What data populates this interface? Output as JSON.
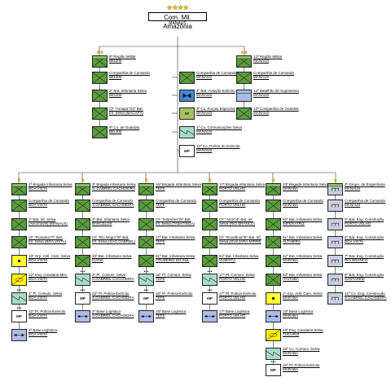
{
  "root": {
    "stars": "★★★★",
    "name": "Com. Mil. Amazônia",
    "city": "MANAUS"
  },
  "units": [
    {
      "id": "rm8",
      "type": "hq",
      "stars": "★★",
      "l1": "8ª Região Militar",
      "l2": "BELÉM"
    },
    {
      "id": "rm8-cia",
      "type": "inf",
      "l1": "Companhia de Comando",
      "l2": "BELÉM"
    },
    {
      "id": "rm8-2bis",
      "type": "inf",
      "l1": "2º Bat. Infantaria Selva",
      "l2": "BELÉM"
    },
    {
      "id": "rm8-34bis",
      "type": "inf",
      "l1": "CF \"Amapá\"/34º Bat.",
      "l2": "Inf. Selva (MACAPÁ)"
    },
    {
      "id": "rm8-gd",
      "type": "inf",
      "l1": "5ª Co. de Guardas",
      "l2": "BELÉM"
    },
    {
      "id": "cma-cia",
      "type": "inf",
      "l1": "Companhia de Comando",
      "l2": "MANAUS"
    },
    {
      "id": "cma-av",
      "type": "avn",
      "l1": "4º Bat. Aviação Exército",
      "l2": "MANAUS"
    },
    {
      "id": "cma-fe",
      "type": "sf",
      "sym": "SF",
      "l1": "3ª Co. Forças Especiais",
      "l2": "MANAUS"
    },
    {
      "id": "cma-com",
      "type": "sig",
      "l1": "1ª Co. Comunicações Selva",
      "l2": "MANAUS"
    },
    {
      "id": "cma-pe",
      "type": "mp",
      "sym": "MP",
      "l1": "12ª Co. Polícia do Exército",
      "l2": "MANAUS"
    },
    {
      "id": "rm12",
      "type": "hq",
      "stars": "★★",
      "l1": "12ª Região Militar",
      "l2": "MANAUS"
    },
    {
      "id": "rm12-cia",
      "type": "inf",
      "l1": "Companhia de Comando",
      "l2": "MANAUS"
    },
    {
      "id": "rm12-sup",
      "type": "sup",
      "l1": "12º Batalhão de Suprimento",
      "l2": "MANAUS"
    },
    {
      "id": "rm12-gd",
      "type": "inf",
      "l1": "12ª Companhia de Guardas",
      "l2": "MANAUS"
    },
    {
      "id": "b1",
      "type": "hq",
      "stars": "★",
      "l1": "1ª Brigada Infantaria Selva",
      "l2": "BOA VISTA"
    },
    {
      "id": "b1-cia",
      "type": "inf",
      "l1": "Companhia de Comando",
      "l2": "BOA VISTA"
    },
    {
      "id": "b1-1bis",
      "type": "inf",
      "l1": "1º Bat. Inf. Selva",
      "l2": "(Aeromóvel) (MANAUS)"
    },
    {
      "id": "b1-7bis",
      "type": "inf",
      "l1": "CF \"Roraima\"/7º Bat.",
      "l2": "Inf. Selva (BOA VISTA)"
    },
    {
      "id": "b1-art",
      "type": "art",
      "l1": "10º Grp. Artil. Cam. Selva",
      "l2": "BOA VISTA"
    },
    {
      "id": "b1-cav",
      "type": "cav",
      "l1": "12º Esq. Cavalaria Mec.",
      "l2": "BOA VISTA"
    },
    {
      "id": "b1-com",
      "type": "sig",
      "dots": "•••",
      "l1": "1º Pl. Comuni. Selva",
      "l2": "BOA VISTA"
    },
    {
      "id": "b1-pe",
      "type": "mp",
      "sym": "MP",
      "dots": "•••",
      "l1": "32º Pl. Polícia Exército",
      "l2": "BOA VISTA"
    },
    {
      "id": "b1-log",
      "type": "log",
      "l1": "1ª Base Logística",
      "l2": "BOA VISTA"
    },
    {
      "id": "b2",
      "type": "hq",
      "stars": "★",
      "l1": "2ª Brigada Infantaria Selva",
      "l2": "S. GABRIEL CACHOEIRA"
    },
    {
      "id": "b2-cia",
      "type": "inf",
      "l1": "Companhia de Comando",
      "l2": "S.GABRIEL CACHOEIRA"
    },
    {
      "id": "b2-3bis",
      "type": "inf",
      "l1": "3º Bat. Infantaria Selva",
      "l2": "BARCELOS"
    },
    {
      "id": "b2-5bis",
      "type": "inf",
      "l1": "CF \"Rio Negro\"/5º Bat.",
      "l2": "Inf. Selva (SÃO GABRIEL)"
    },
    {
      "id": "b2-bia",
      "type": "inf",
      "l1": "20º Bat. Infantaria Selva",
      "l2": "IÇANA"
    },
    {
      "id": "b2-com",
      "type": "sig",
      "dots": "•••",
      "l1": "2º Pl. Comuni. Selva",
      "l2": "S.GABRIEL CACHOEIRA"
    },
    {
      "id": "b2-pe",
      "type": "mp",
      "sym": "MP",
      "dots": "•••",
      "l1": "22º Pl. Polícia Exército",
      "l2": "S.GABRIEL CACHOEIRA"
    },
    {
      "id": "b2-log",
      "type": "log",
      "l1": "2ª Base Logística",
      "l2": "S.GABRIEL CACHOEIRA"
    },
    {
      "id": "b16",
      "type": "hq",
      "stars": "★",
      "l1": "16ª Brigada Infantaria Selva",
      "l2": "TEFÉ"
    },
    {
      "id": "b16-cia",
      "type": "inf",
      "l1": "Companhia de Comando",
      "l2": "TEFÉ"
    },
    {
      "id": "b16-8bis",
      "type": "inf",
      "l1": "CF \"Solimões\"/8º Bat.",
      "l2": "Inf. Selva (TABATINGA)"
    },
    {
      "id": "b16-17bis",
      "type": "inf",
      "l1": "17º Bat. Infantaria Selva",
      "l2": "TEFÉ"
    },
    {
      "id": "b16-61bis",
      "type": "inf",
      "l1": "61º Bat. Infantaria Selva",
      "l2": "CRUZEIRO DO SUL"
    },
    {
      "id": "b16-com",
      "type": "sig",
      "dots": "•••",
      "l1": "16º Pl. Comuni. Selva",
      "l2": "TEFÉ"
    },
    {
      "id": "b16-pe",
      "type": "mp",
      "sym": "MP",
      "dots": "•••",
      "l1": "16º Pl. Polícia Exército",
      "l2": "TEFÉ"
    },
    {
      "id": "b16-log",
      "type": "log",
      "l1": "16ª Base Logística",
      "l2": "TEFÉ"
    },
    {
      "id": "b17",
      "type": "hq",
      "stars": "★",
      "l1": "17ª Brigada Infantaria Selva",
      "l2": "PORTO VELHO"
    },
    {
      "id": "b17-cia",
      "type": "inf",
      "l1": "Companhia de Comando",
      "l2": "PORTO VELHO"
    },
    {
      "id": "b17-4bis",
      "type": "inf",
      "l1": "CF \"Acre\"/4º Bat. Inf.",
      "l2": "Selva (RIO BRANCO)"
    },
    {
      "id": "b17-6bis",
      "type": "inf",
      "l1": "CF \"Rondônia\"/6º Bat. Inf.",
      "l2": "Selva (GUAJARÁ-MIRIM)"
    },
    {
      "id": "b17-54bis",
      "type": "inf",
      "l1": "54º Bat. Infantaria Selva",
      "l2": "HUMAITÁ"
    },
    {
      "id": "b17-com",
      "type": "sig",
      "dots": "•••",
      "l1": "17º Pl. Comuni. Selva",
      "l2": "PORTO VELHO"
    },
    {
      "id": "b17-pe",
      "type": "mp",
      "sym": "MP",
      "dots": "•••",
      "l1": "17º Pl. Polícia Exército",
      "l2": "PORTO VELHO"
    },
    {
      "id": "b17-log",
      "type": "log",
      "l1": "17ª Base Logística",
      "l2": "PORTO VELHO"
    },
    {
      "id": "b23",
      "type": "hq",
      "stars": "★",
      "l1": "23ª Brigada Infantaria Selva",
      "l2": "MARABÁ"
    },
    {
      "id": "b23-cia",
      "type": "inf",
      "l1": "Companhia de Comando",
      "l2": "MARABÁ"
    },
    {
      "id": "b23-50bis",
      "type": "inf",
      "l1": "50º Bat. Infantaria Selva",
      "l2": "IMPERATRIZ"
    },
    {
      "id": "b23-51bis",
      "type": "inf",
      "l1": "51º Bat. Infantaria Selva",
      "l2": "ALTAMIRA"
    },
    {
      "id": "b23-52bis",
      "type": "inf",
      "l1": "52º Bat. Infantaria Selva",
      "l2": "MARABÁ"
    },
    {
      "id": "b23-53bis",
      "type": "inf",
      "l1": "53º Bat. Infantaria Selva",
      "l2": "ITAITUBA"
    },
    {
      "id": "b23-art",
      "type": "art",
      "l1": "1º Grp. Artil. Cam. Selva",
      "l2": "MARABÁ"
    },
    {
      "id": "b23-log",
      "type": "log",
      "l1": "23ª Base Logística",
      "l2": "MARABÁ"
    },
    {
      "id": "b23-cav",
      "type": "cav",
      "l1": "23º Esq. Cavalaria Selva",
      "l2": "TUCURUÍ"
    },
    {
      "id": "b23-com",
      "type": "sig",
      "l1": "23ª Co. Comuni. Selva",
      "l2": "MARABÁ"
    },
    {
      "id": "b23-pe",
      "type": "mp",
      "sym": "MP",
      "dots": "•••",
      "l1": "23º Pl. Polícia Exército",
      "l2": "MARABÁ"
    },
    {
      "id": "g2",
      "type": "hq-eng",
      "stars": "★",
      "l1": "2º Grupo. de Engenharia",
      "l2": "MANAUS"
    },
    {
      "id": "g2-cia",
      "type": "eng",
      "l1": "Companhia de Comando",
      "l2": "MANAUS"
    },
    {
      "id": "g2-5bec",
      "type": "eng",
      "l1": "5º Bat. Eng. Construção",
      "l2": "PORTO VELHO"
    },
    {
      "id": "g2-6bec",
      "type": "eng",
      "l1": "6º Bat. Eng. Construção",
      "l2": "BOA VISTA"
    },
    {
      "id": "g2-7bec",
      "type": "eng",
      "l1": "7º Bat. Eng. Construção",
      "l2": "RIO BRANCO"
    },
    {
      "id": "g2-8bec",
      "type": "eng",
      "l1": "8º Bat. Eng. Construção",
      "l2": "SANTARÉM"
    },
    {
      "id": "g2-21cec",
      "type": "eng",
      "l1": "21ª Co. Eng. Construção",
      "l2": "S.GABRIEL CACHOEIRA"
    }
  ]
}
